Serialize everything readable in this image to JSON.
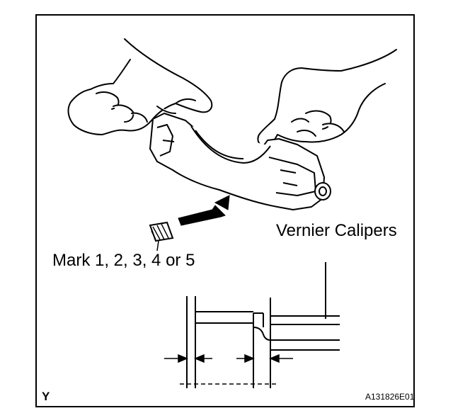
{
  "labels": {
    "vernier_calipers": "Vernier Calipers",
    "mark": "Mark 1, 2, 3, 4 or 5",
    "view_letter": "Y",
    "figure_code": "A131826E01"
  },
  "icons": {
    "hands": "hands-holding-bearing-cap-icon",
    "bearing_cap": "bearing-cap-icon",
    "arrow": "arrow-icon",
    "mark_patch": "mark-patch-icon",
    "calipers": "vernier-calipers-icon"
  }
}
